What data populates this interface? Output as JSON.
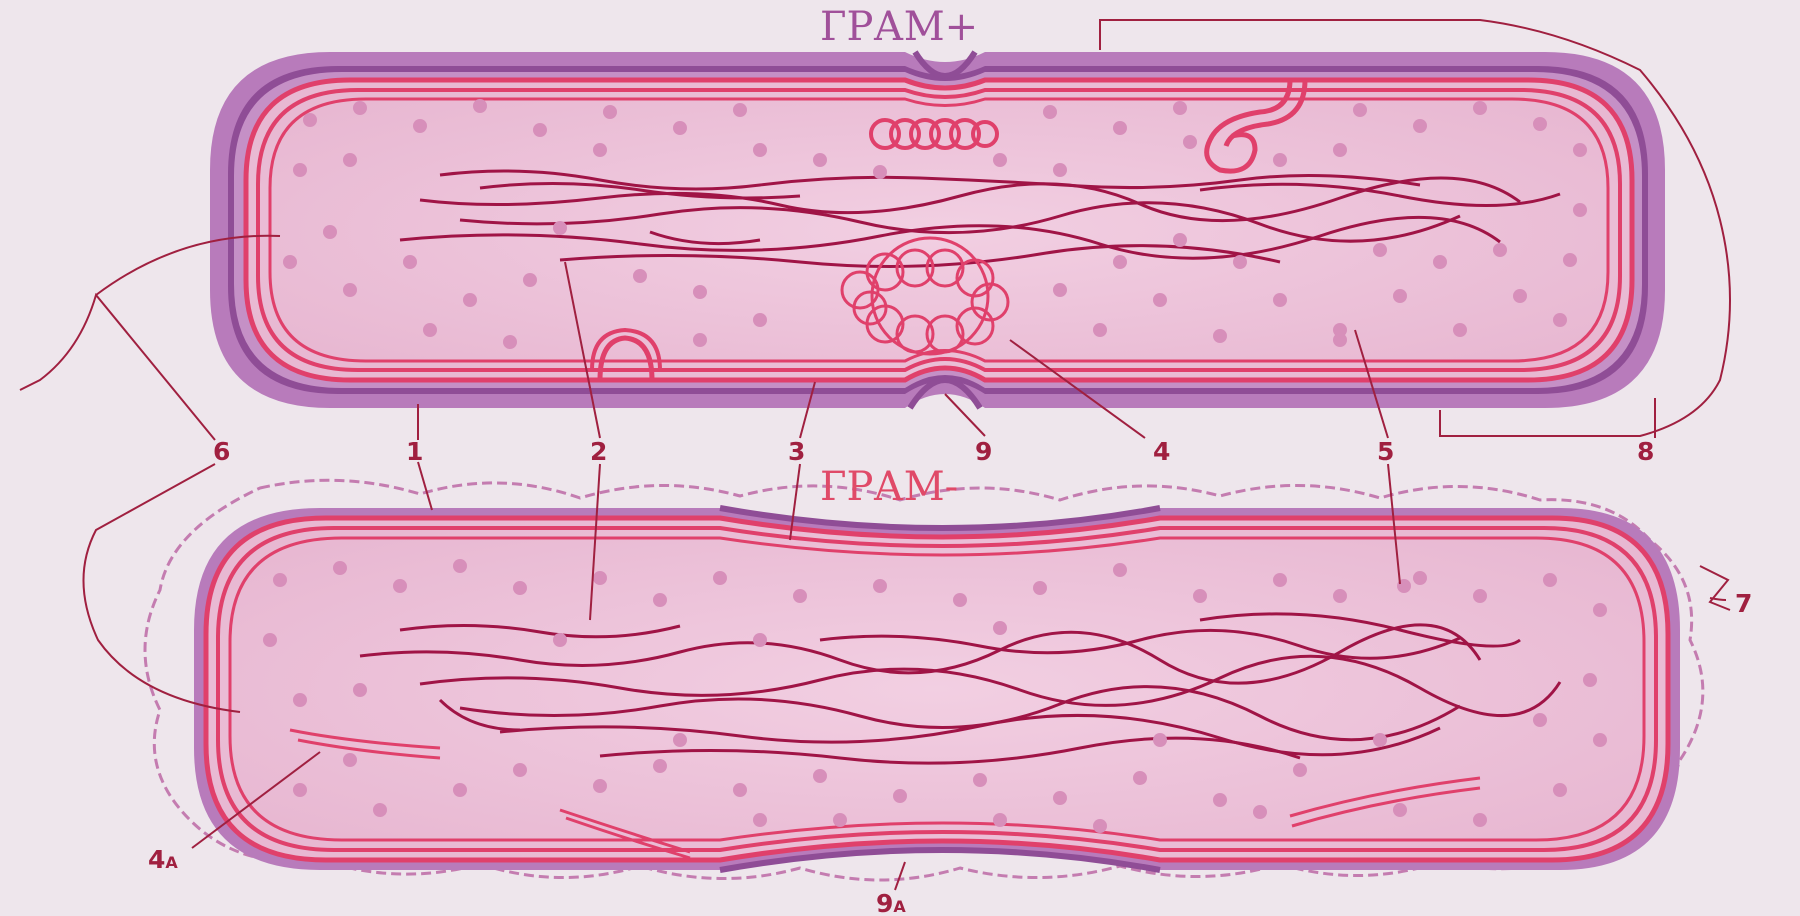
{
  "labels": {
    "gram_positive": "ГРАМ+",
    "gram_negative": "ГРАМ-",
    "n1": "1",
    "n2": "2",
    "n3": "3",
    "n4": "4",
    "n4a": "4",
    "n4a_sub": "А",
    "n5": "5",
    "n6": "6",
    "n7": "7",
    "n8": "8",
    "n9": "9",
    "n9a": "9",
    "n9a_sub": "А"
  },
  "colors": {
    "background": "#eee6ec",
    "wall": "#b678b8",
    "wall_inner": "#8e4c95",
    "membrane": "#e0406b",
    "cytoplasm": "#efc3da",
    "granule": "#d890ba",
    "nucleoid": "#a01446",
    "label_title": "#a0509a",
    "label_gram_neg": "#e04a68",
    "label_number": "#a02040",
    "leader": "#a02040"
  }
}
